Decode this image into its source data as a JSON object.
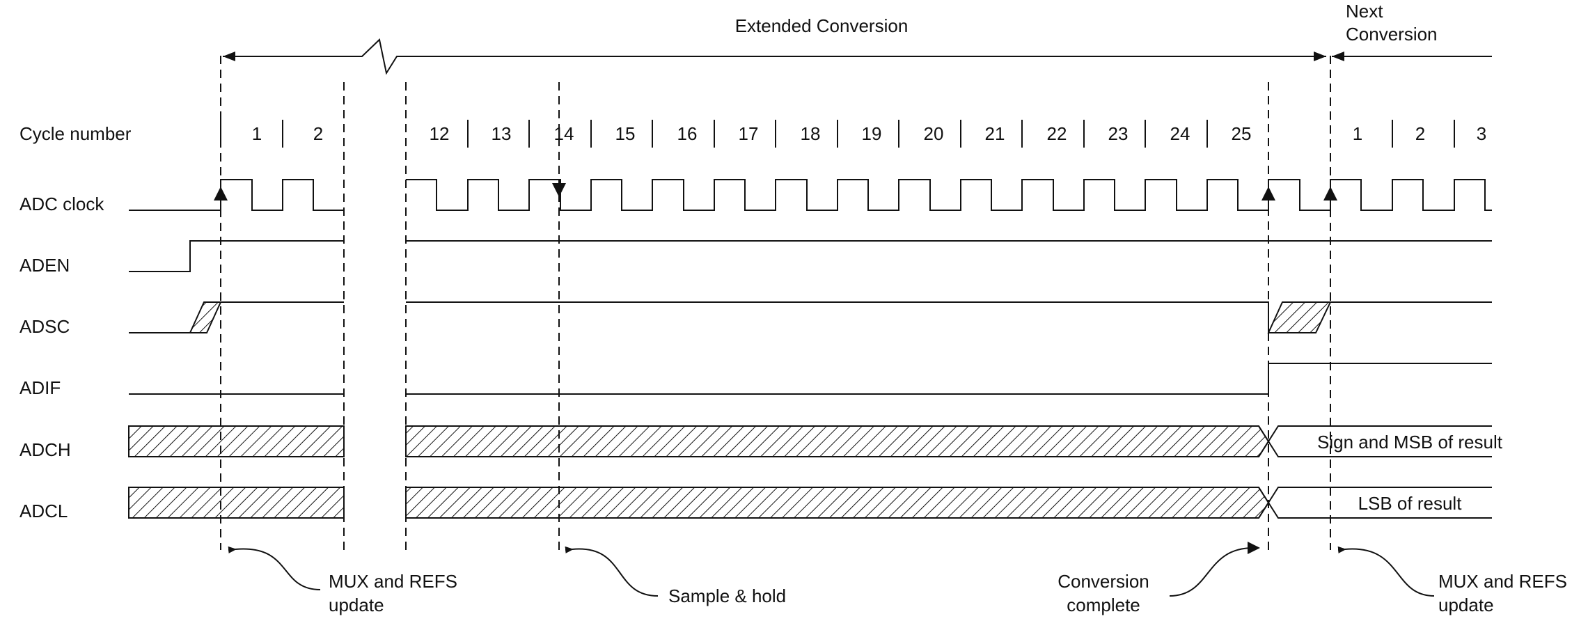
{
  "header": {
    "extended_title": "Extended Conversion",
    "next_title_line1": "Next",
    "next_title_line2": "Conversion"
  },
  "signals": [
    "Cycle number",
    "ADC clock",
    "ADEN",
    "ADSC",
    "ADIF",
    "ADCH",
    "ADCL"
  ],
  "cycles": [
    "1",
    "2",
    "12",
    "13",
    "14",
    "15",
    "16",
    "17",
    "18",
    "19",
    "20",
    "21",
    "22",
    "23",
    "24",
    "25",
    "1",
    "2",
    "3"
  ],
  "data_labels": {
    "adch": "Sign and MSB of result",
    "adcl": "LSB of result"
  },
  "annotations": {
    "mux1_line1": "MUX and REFS",
    "mux1_line2": "update",
    "sample": "Sample & hold",
    "complete_line1": "Conversion",
    "complete_line2": "complete",
    "mux2_line1": "MUX and REFS",
    "mux2_line2": "update"
  }
}
